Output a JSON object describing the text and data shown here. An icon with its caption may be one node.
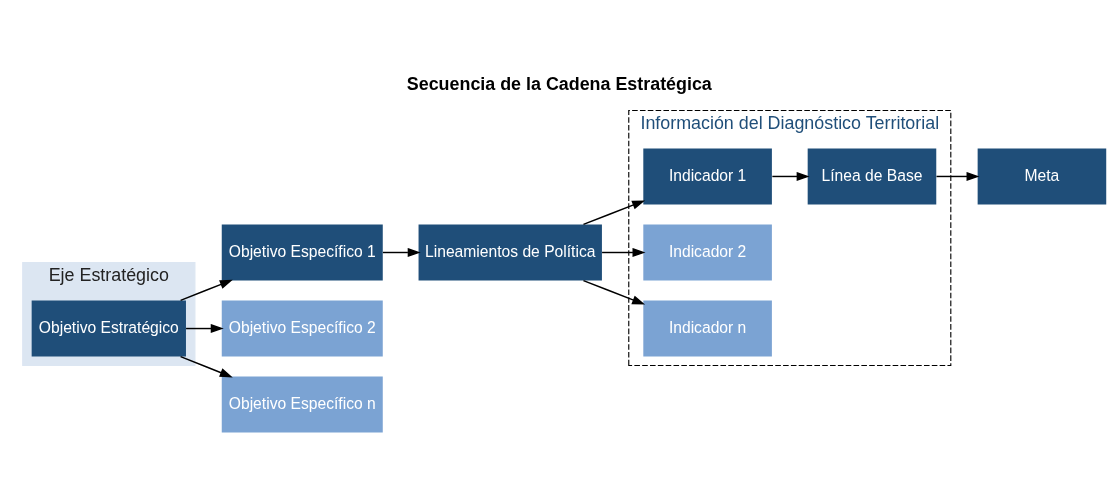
{
  "diagram": {
    "title": "Secuencia de la Cadena Estratégica",
    "nodes": [
      {
        "text": [
          "Eje Estratégico"
        ]
      },
      {
        "text": [
          "Objetivo Estratégico"
        ],
        "in": 0
      },
      {
        "text": [
          "Objetivo Específico 1"
        ]
      },
      {
        "text": [
          "Objetivo Específico 2"
        ]
      },
      {
        "text": [
          "Objetivo Específico n"
        ]
      },
      {
        "text": [
          "Lineamientos de Política"
        ]
      },
      {
        "text": [
          "Información del Diagnóstico Territorial"
        ]
      },
      {
        "text": [
          "Indicador 1"
        ],
        "in": 6
      },
      {
        "text": [
          "Indicador 2"
        ],
        "in": 6
      },
      {
        "text": [
          "Indicador n"
        ],
        "in": 6
      },
      {
        "text": [
          "Línea de Base"
        ],
        "in": 6
      },
      {
        "text": [
          "Meta"
        ]
      }
    ],
    "edges": [
      {
        "from": 1,
        "to": 2,
        "arrow": "to"
      },
      {
        "from": 1,
        "to": 3,
        "arrow": "to"
      },
      {
        "from": 1,
        "to": 4,
        "arrow": "to"
      },
      {
        "from": 2,
        "to": 5,
        "arrow": "to"
      },
      {
        "from": 5,
        "to": 7,
        "arrow": "to"
      },
      {
        "from": 5,
        "to": 8,
        "arrow": "to"
      },
      {
        "from": 5,
        "to": 9,
        "arrow": "to"
      },
      {
        "from": 7,
        "to": 10,
        "arrow": "to"
      },
      {
        "from": 10,
        "to": 11,
        "arrow": "to"
      }
    ]
  }
}
